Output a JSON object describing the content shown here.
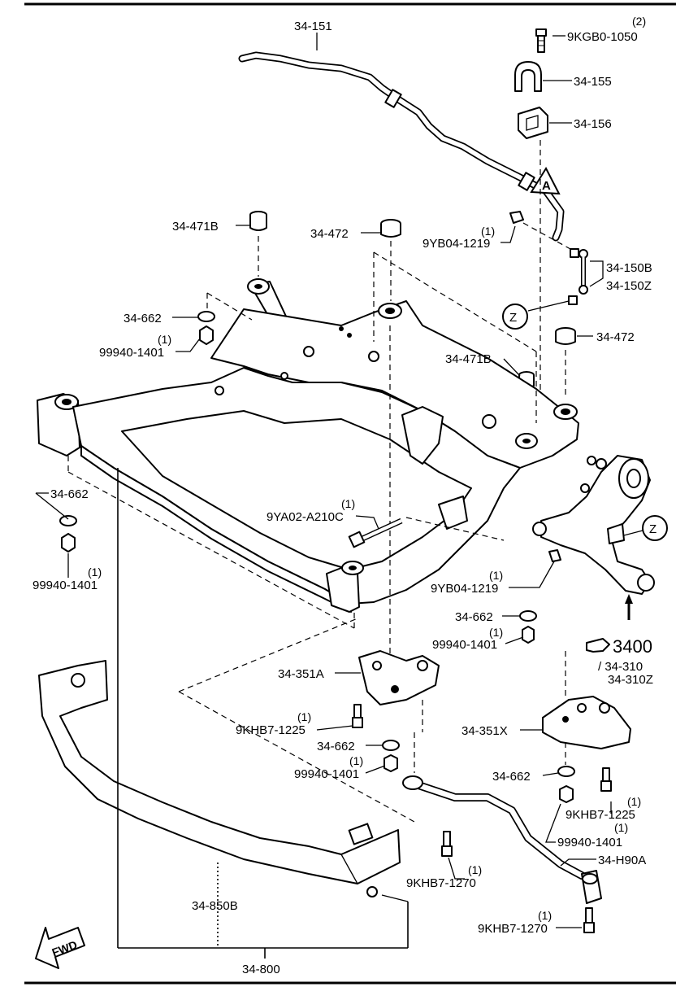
{
  "labels": {
    "p34_151": "34-151",
    "p9kgb0": "9KGB0-1050",
    "q9kgb0": "(2)",
    "p34_155": "34-155",
    "p34_156": "34-156",
    "p34_471b_top": "34-471B",
    "p34_472_top": "34-472",
    "p9yb04_top": "9YB04-1219",
    "q9yb04_top": "(1)",
    "p34_150b": "34-150B",
    "p34_150z": "34-150Z",
    "zmark1": "Z",
    "zmark2": "Z",
    "amark": "A",
    "p34_662_a": "34-662",
    "p99940_a": "99940-1401",
    "q99940_a": "(1)",
    "p34_472_right": "34-472",
    "p34_471b_mid": "34-471B",
    "p34_662_b": "34-662",
    "p99940_b": "99940-1401",
    "q99940_b": "(1)",
    "p9ya02": "9YA02-A210C",
    "q9ya02": "(1)",
    "p9yb04_mid": "9YB04-1219",
    "q9yb04_mid": "(1)",
    "p34_662_c": "34-662",
    "p99940_c": "99940-1401",
    "q99940_c": "(1)",
    "p3400": "3400",
    "p34_310": "/ 34-310",
    "p34_310z": "34-310Z",
    "p34_351a": "34-351A",
    "p9khb7_a": "9KHB7-1225",
    "q9khb7_a": "(1)",
    "p34_662_d": "34-662",
    "p99940_d": "99940-1401",
    "q99940_d": "(1)",
    "p34_351x": "34-351X",
    "p34_662_e": "34-662",
    "p9khb7_b": "9KHB7-1225",
    "q9khb7_b": "(1)",
    "p99940_e": "99940-1401",
    "q99940_e": "(1)",
    "p34_h90a": "34-H90A",
    "p9khb7_c": "9KHB7-1270",
    "q9khb7_c": "(1)",
    "p9khb7_d": "9KHB7-1270",
    "q9khb7_d": "(1)",
    "p34_850b": "34-850B",
    "p34_800": "34-800",
    "fwd": "FWD"
  }
}
